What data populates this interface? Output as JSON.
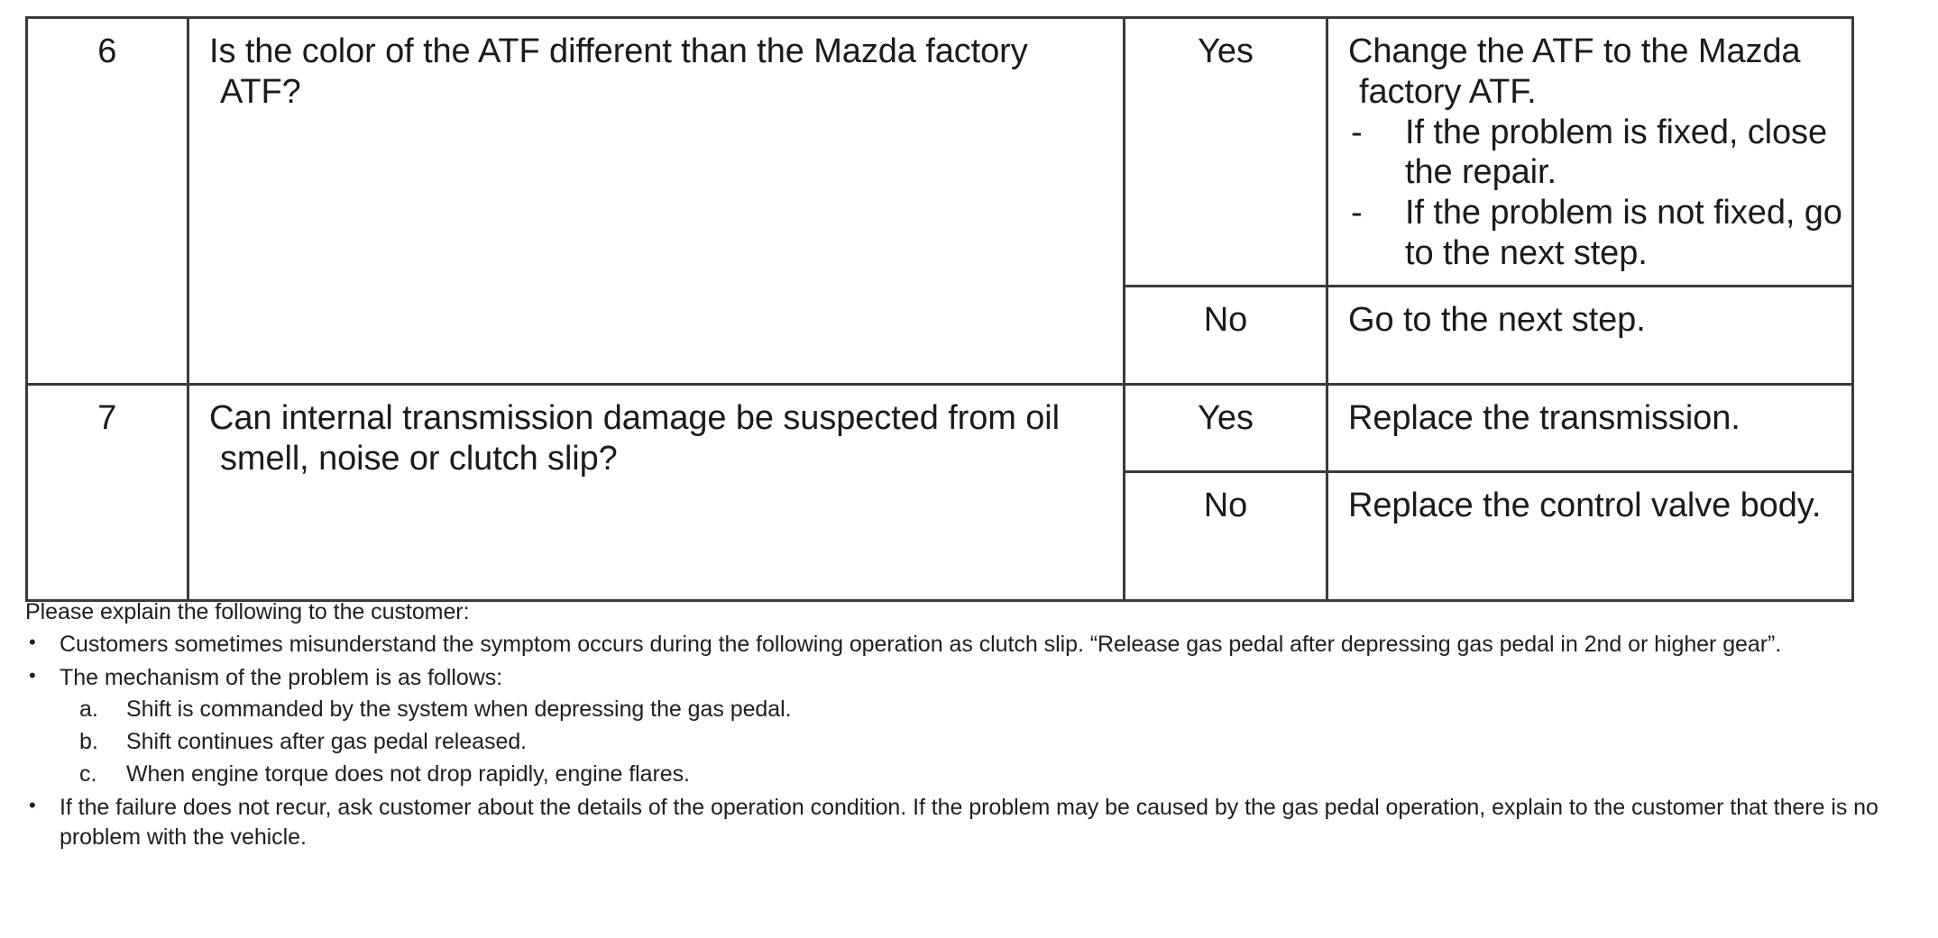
{
  "table": {
    "rows": [
      {
        "step": "6",
        "question": "Is the color of the ATF different than the Mazda factory ATF?",
        "branches": [
          {
            "answer": "Yes",
            "action_lead": "Change the ATF to the Mazda factory ATF.",
            "action_items": [
              "If the problem is fixed, close the repair.",
              "If the problem is not fixed, go to the next step."
            ],
            "dash": "-"
          },
          {
            "answer": "No",
            "action_lead": "Go to the next step.",
            "action_items": [],
            "dash": "-"
          }
        ]
      },
      {
        "step": "7",
        "question": "Can internal transmission damage be suspected from oil smell, noise or clutch slip?",
        "branches": [
          {
            "answer": "Yes",
            "action_lead": "Replace the transmission.",
            "action_items": [],
            "dash": "-"
          },
          {
            "answer": "No",
            "action_lead": "Replace the control valve body.",
            "action_items": [],
            "dash": "-"
          }
        ]
      }
    ]
  },
  "notes": {
    "intro": "Please explain the following to the customer:",
    "bullet_glyph": "•",
    "items": [
      {
        "text": "Customers sometimes misunderstand the symptom occurs during the following operation as clutch slip. “Release gas pedal after depressing gas pedal in 2nd or higher gear”.",
        "sub": []
      },
      {
        "text": "The mechanism of the problem is as follows:",
        "sub": [
          {
            "marker": "a.",
            "text": "Shift is commanded by the system when depressing the gas pedal."
          },
          {
            "marker": "b.",
            "text": "Shift continues after gas pedal released."
          },
          {
            "marker": "c.",
            "text": "When engine torque does not drop rapidly, engine flares."
          }
        ]
      },
      {
        "text": "If the failure does not recur, ask customer about the details of the operation condition. If the problem may be caused by the gas pedal operation, explain to the customer that there is no problem with the vehicle.",
        "sub": []
      }
    ]
  },
  "colors": {
    "border": "#3a3a3a",
    "text": "#1b1b1b",
    "background": "#ffffff"
  }
}
